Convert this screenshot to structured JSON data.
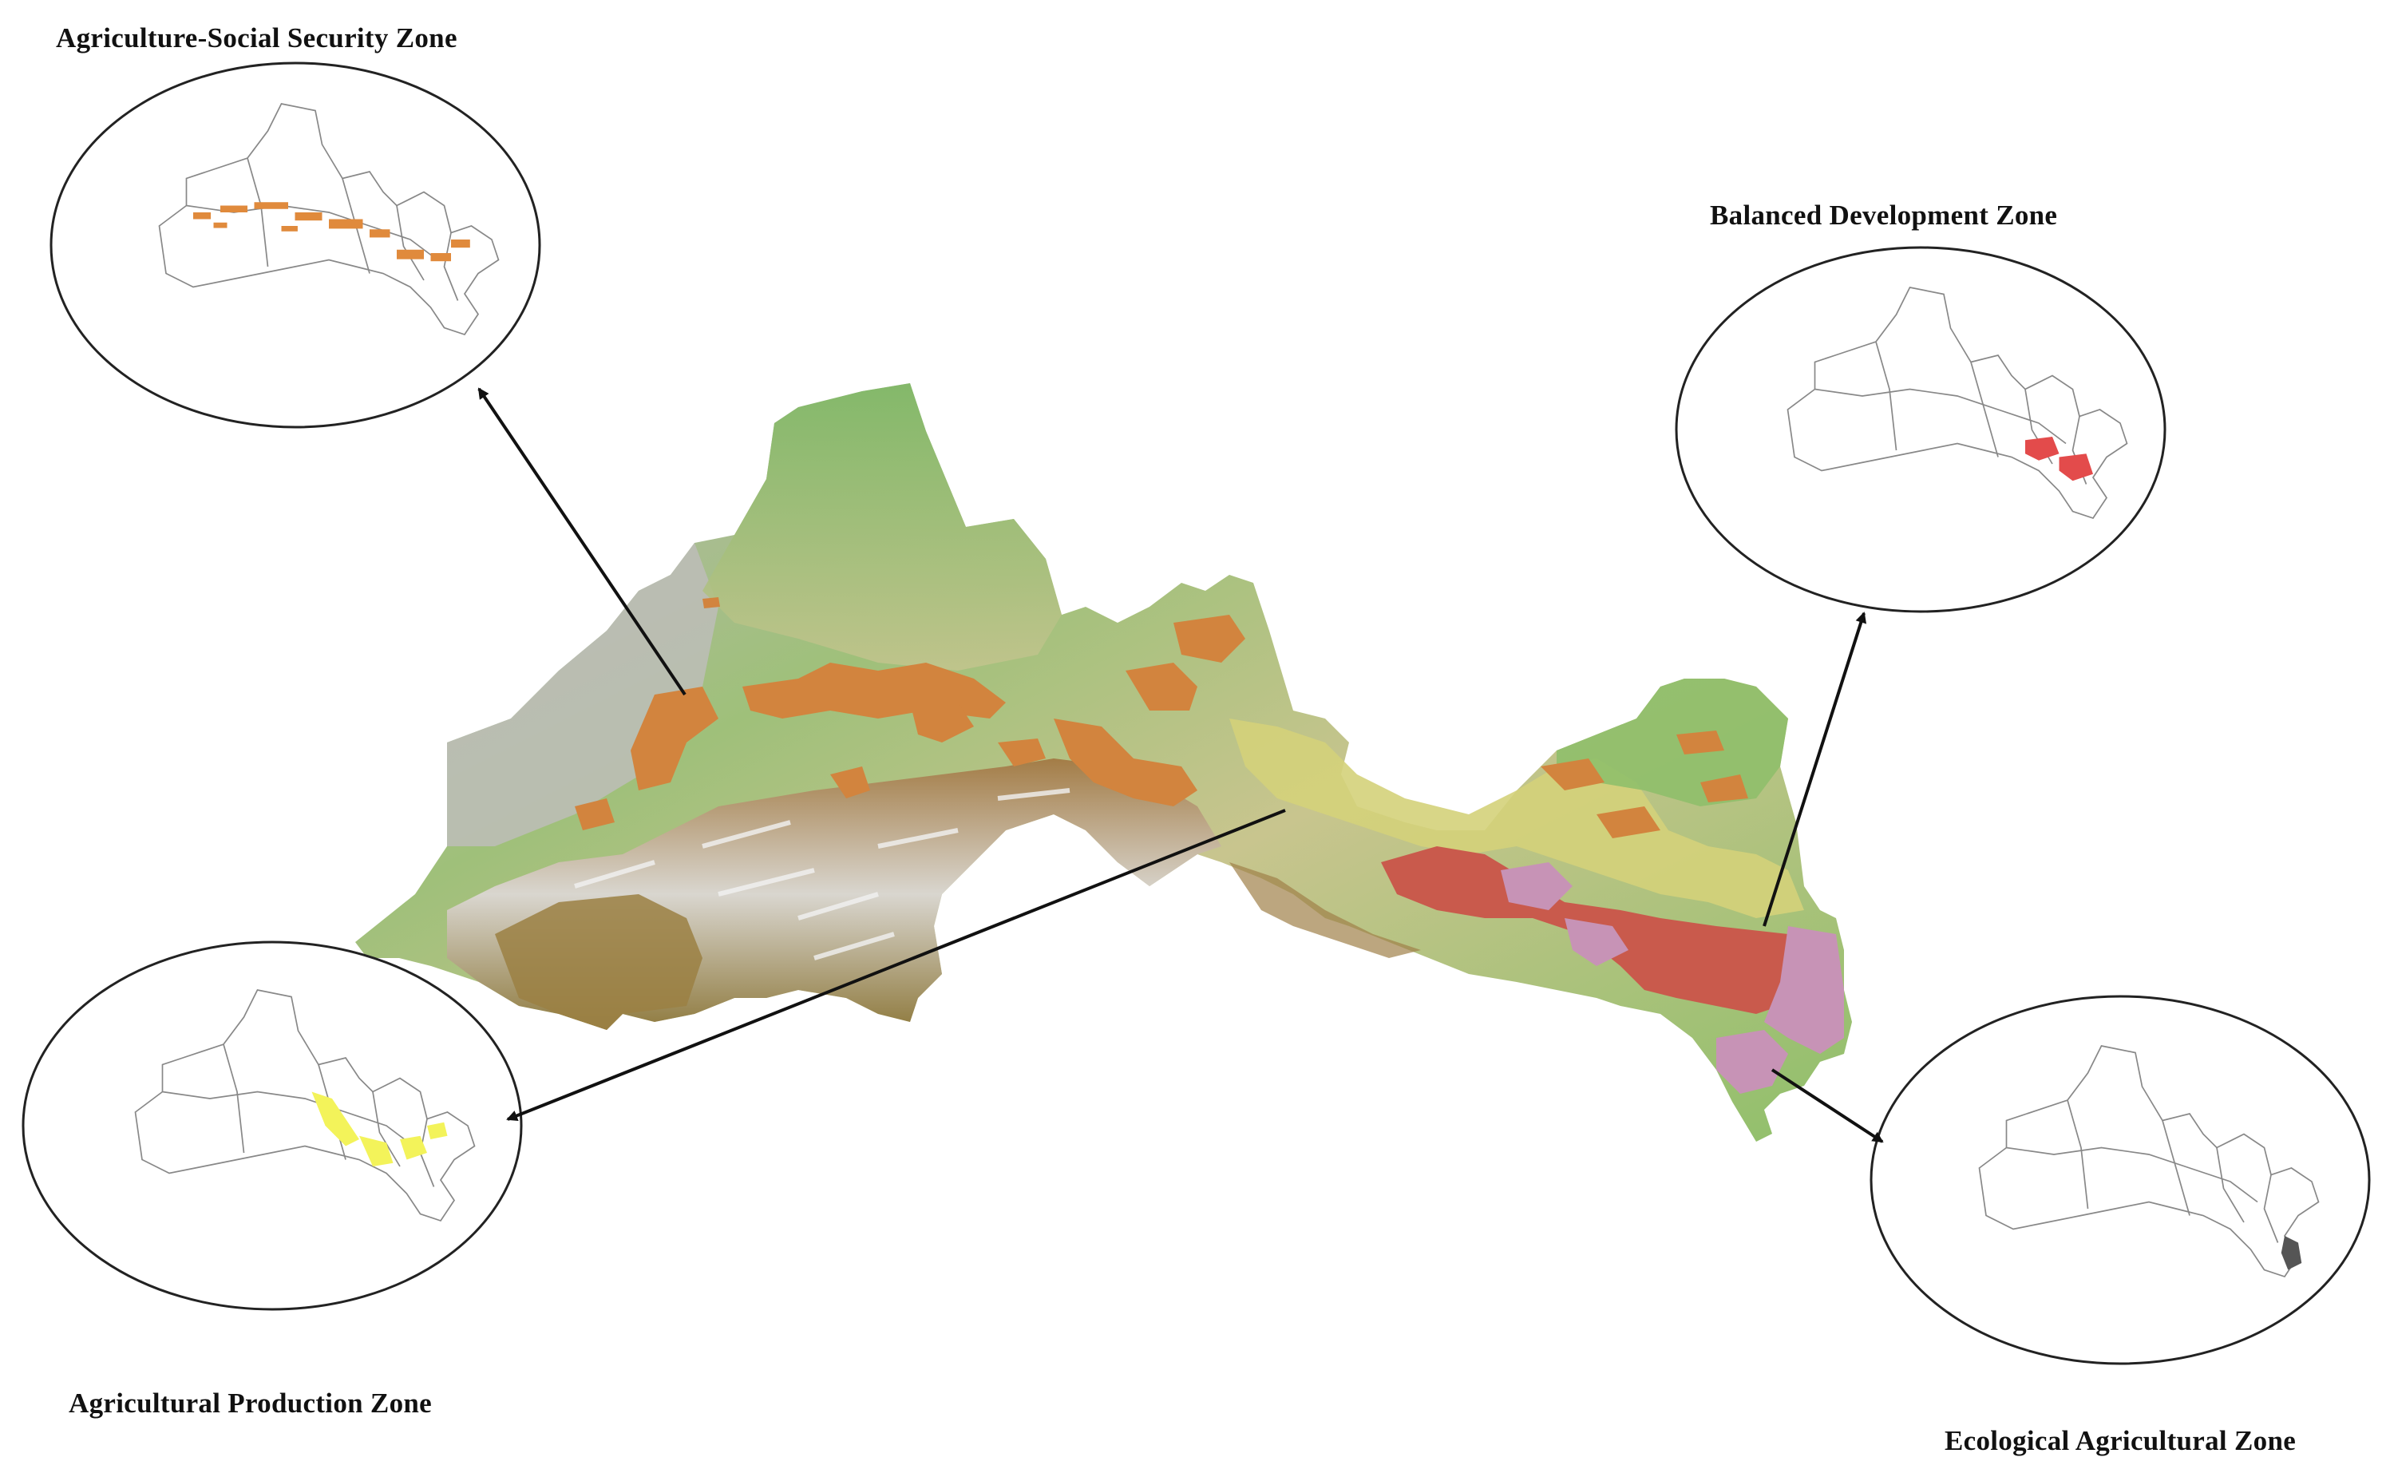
{
  "figure": {
    "zones": [
      {
        "id": "agri-social",
        "label": "Agriculture-Social Security Zone",
        "highlight_color": "#e08a3c"
      },
      {
        "id": "balanced",
        "label": "Balanced Development Zone",
        "highlight_color": "#e34b4b"
      },
      {
        "id": "agri-production",
        "label": "Agricultural Production Zone",
        "highlight_color": "#f3f35a"
      },
      {
        "id": "eco-agri",
        "label": "Ecological Agricultural Zone",
        "highlight_color": "#555555"
      }
    ],
    "map_colors": {
      "low_green": "#8fbf6a",
      "mid_tan": "#c9c48e",
      "grey_desert": "#b7b7b3",
      "mountain_brown": "#9a7a45",
      "snow": "#ededed",
      "agri_social_orange": "#d2843e",
      "agri_production_yellow": "#d4d27a",
      "balanced_red": "#c95a4c",
      "eco_pink": "#c793b6"
    }
  }
}
